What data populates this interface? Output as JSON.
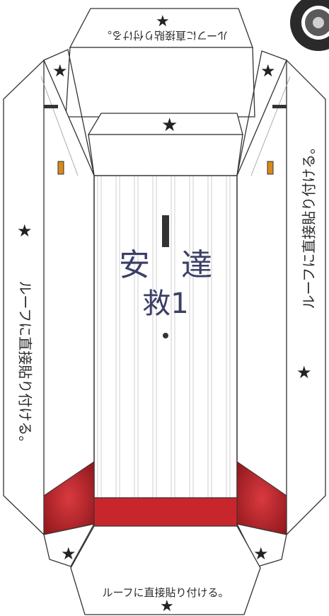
{
  "labels": {
    "roof_instruction": "ルーフに直接貼り付ける。"
  },
  "roof_marking": {
    "line1": "安　達",
    "line2": "救1"
  },
  "icons": {
    "star": "★",
    "star_icon_name": "star-icon",
    "light_icon_name": "amber-light-icon",
    "tire_icon_name": "tire-icon"
  },
  "colors": {
    "outline": "#333333",
    "red_panel": "#c8262d",
    "red_dark": "#9c1a20",
    "amber": "#d98a1a",
    "marking_text": "#3a3f66",
    "tire": "#2a2a2a"
  }
}
